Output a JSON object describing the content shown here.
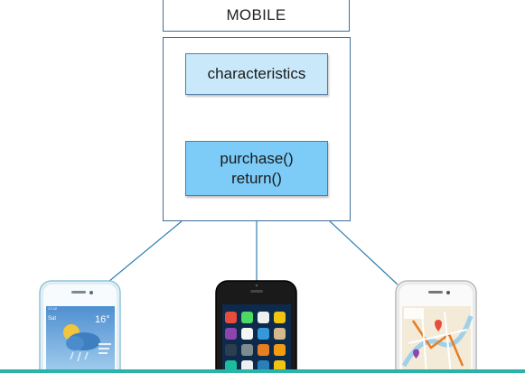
{
  "class_box": {
    "name": "MOBILE",
    "attributes": "characteristics",
    "operations": [
      "purchase()",
      "return()"
    ]
  },
  "phones": [
    {
      "style": "white",
      "screen": "weather",
      "time": "17:42",
      "day": "Sat",
      "temperature": "16°"
    },
    {
      "style": "black",
      "screen": "home-screen-apps"
    },
    {
      "style": "white",
      "screen": "map"
    }
  ],
  "colors": {
    "border": "#3f6f9a",
    "attribute_fill": "#c9e9fb",
    "operation_fill": "#7dcbf7",
    "connector": "#2f7fb0",
    "accent_bar": "#2ab3a6"
  }
}
